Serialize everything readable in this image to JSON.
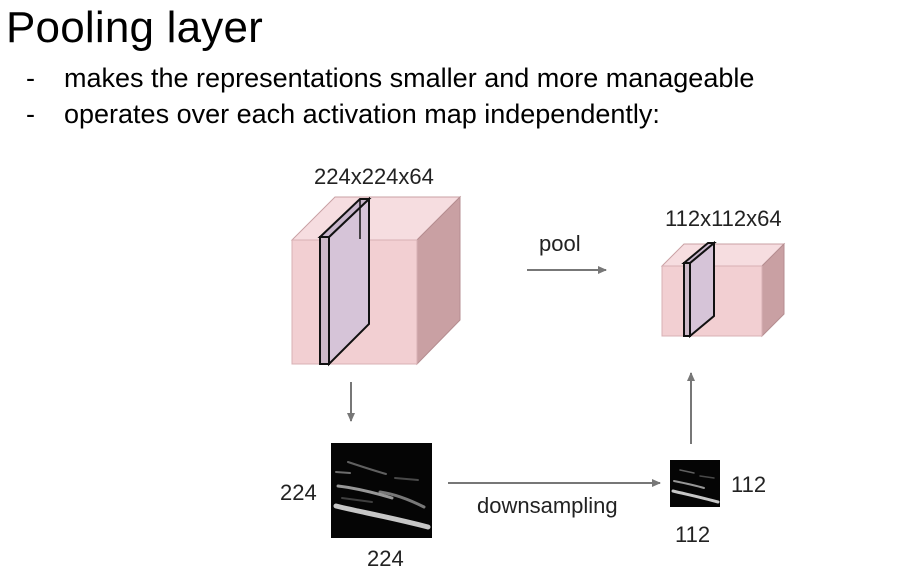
{
  "title": "Pooling layer",
  "bullets": [
    {
      "marker": "-",
      "text": "makes the representations smaller and more manageable"
    },
    {
      "marker": "-",
      "text": "operates over each activation map independently:"
    }
  ],
  "diagram": {
    "input_volume_label": "224x224x64",
    "output_volume_label": "112x112x64",
    "pool_label": "pool",
    "downsampling_label": "downsampling",
    "input_map_height_label": "224",
    "input_map_width_label": "224",
    "output_map_height_label": "112",
    "output_map_width_label": "112",
    "colors": {
      "volume_front": "#f2cfd2",
      "volume_top": "#f6dde0",
      "volume_side": "#c9a0a3",
      "slice_fill": "#d6c4d8",
      "arrow": "#777777"
    }
  }
}
